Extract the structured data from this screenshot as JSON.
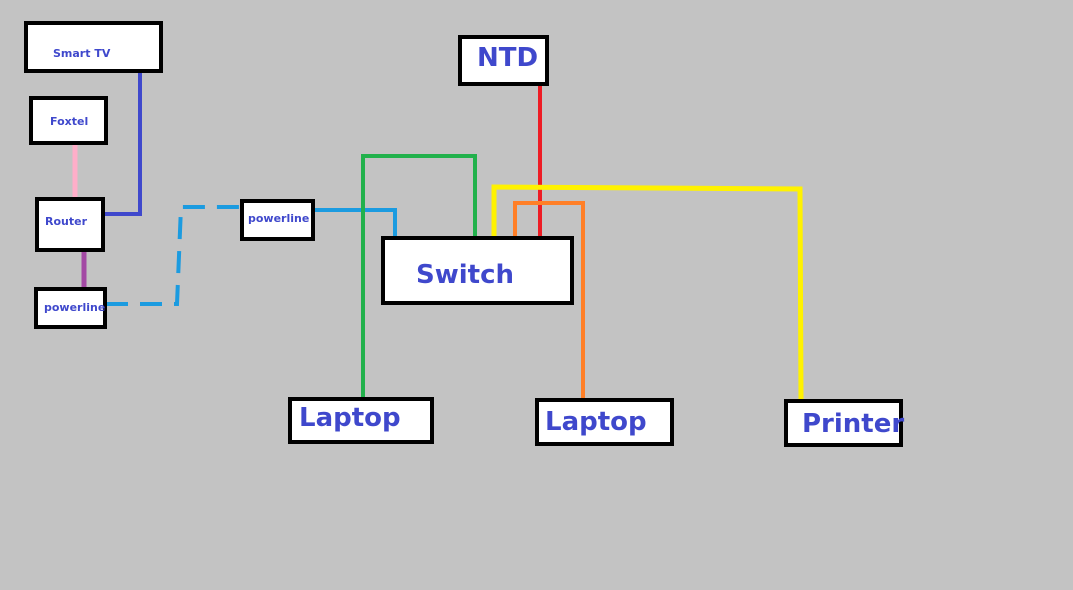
{
  "colors": {
    "background": "#c3c3c3",
    "box_border": "#000000",
    "label_text": "#3f48cc",
    "smart_tv_link": "#3f48cc",
    "foxtel_link": "#ffaec9",
    "router_powerline_link": "#a349a4",
    "powerline_link": "#1b9be0",
    "ntd_link": "#ed1c24",
    "laptop_left_link": "#22b14c",
    "laptop_right_link": "#ff7f27",
    "printer_link": "#fff200"
  },
  "nodes": {
    "smart_tv": "Smart TV",
    "foxtel": "Foxtel",
    "router": "Router",
    "powerline_left": "powerline",
    "powerline_right": "powerline",
    "ntd": "NTD",
    "switch": "Switch",
    "laptop_left": "Laptop",
    "laptop_right": "Laptop",
    "printer": "Printer"
  }
}
